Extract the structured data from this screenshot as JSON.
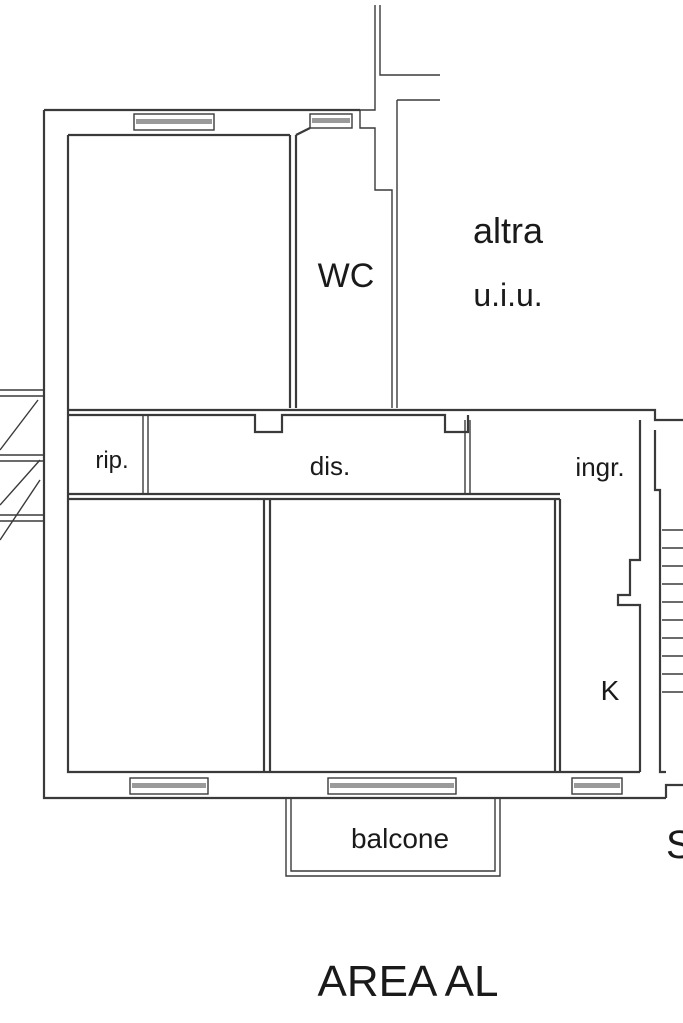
{
  "plan": {
    "neighbor_label_line1": "altra",
    "neighbor_label_line2": "u.i.u.",
    "rooms": {
      "wc": "WC",
      "rip": "rip.",
      "dis": "dis.",
      "ingr": "ingr.",
      "k": "K",
      "balcone": "balcone"
    },
    "edge_letter": "S",
    "area_label": "AREA AL"
  }
}
